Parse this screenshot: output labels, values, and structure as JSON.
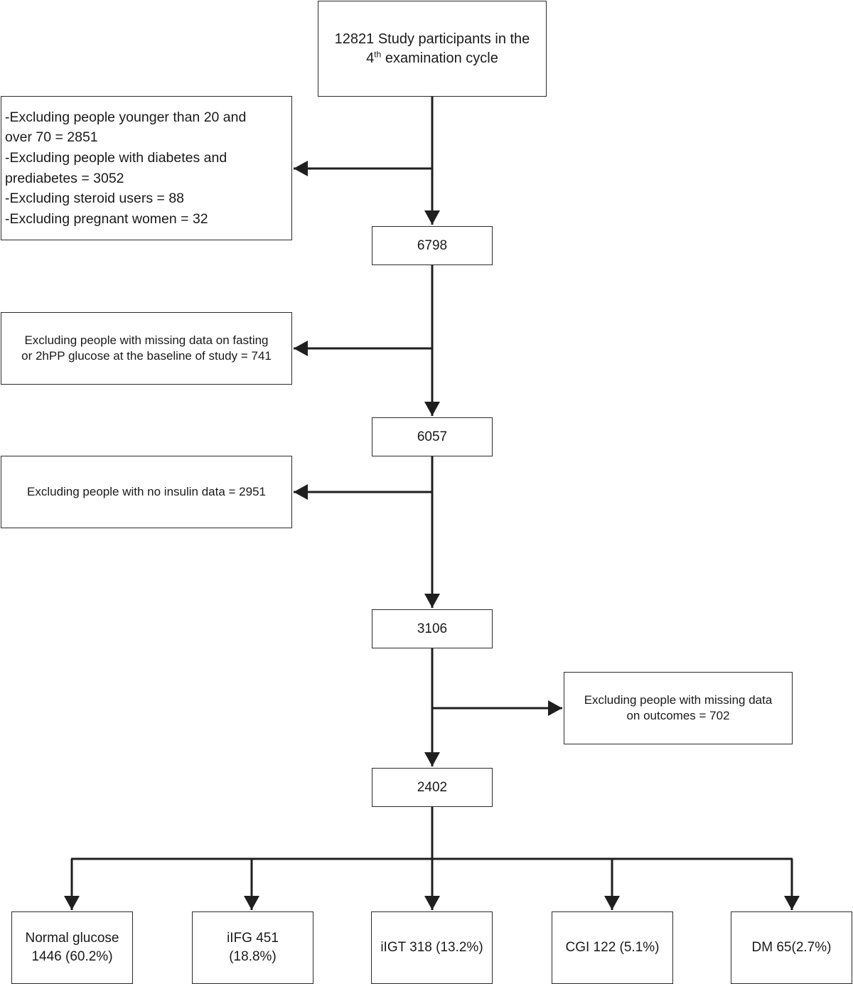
{
  "diagram": {
    "top_box": {
      "line1": "12821 Study participants in the",
      "sup_prefix": "4",
      "sup": "th",
      "line2_rest": " examination cycle"
    },
    "exclusion_1": {
      "lines": [
        "-Excluding people younger than 20 and",
        "over 70 = 2851",
        "-Excluding people with diabetes and",
        "prediabetes = 3052",
        "-Excluding steroid users = 88",
        "-Excluding pregnant women = 32"
      ]
    },
    "count_1": "6798",
    "exclusion_2": {
      "lines": [
        "Excluding people with missing data on fasting",
        "or 2hPP glucose at the baseline of study = 741"
      ]
    },
    "count_2": "6057",
    "exclusion_3": {
      "text": "Excluding people with no insulin data = 2951"
    },
    "count_3": "3106",
    "exclusion_4": {
      "lines": [
        "Excluding people with missing data",
        "on outcomes = 702"
      ]
    },
    "count_4": "2402",
    "categories": [
      {
        "line1": "Normal glucose",
        "line2": "1446 (60.2%)"
      },
      {
        "line1": "iIFG 451",
        "line2": "(18.8%)"
      },
      {
        "line1": "iIGT 318 (13.2%)",
        "line2": ""
      },
      {
        "line1": "CGI 122 (5.1%)",
        "line2": ""
      },
      {
        "line1": "DM 65(2.7%)",
        "line2": ""
      }
    ]
  }
}
